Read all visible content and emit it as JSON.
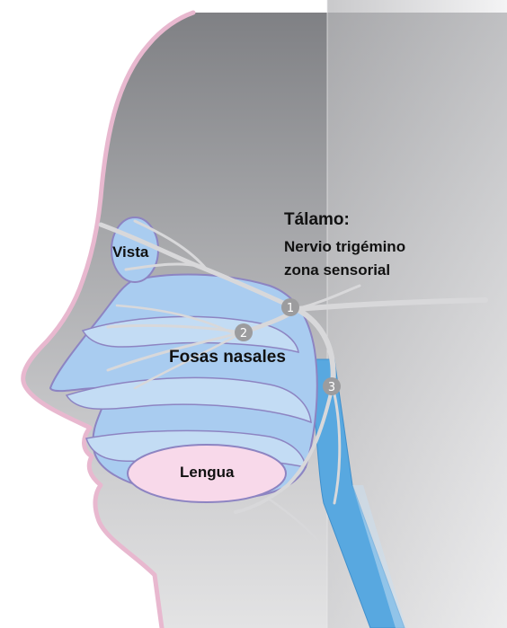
{
  "labels": {
    "vista": "Vista",
    "thalamus_line1": "Tálamo:",
    "thalamus_line2": "Nervio trigémino",
    "thalamus_line3": "zona sensorial",
    "fosas": "Fosas nasales",
    "lengua": "Lengua"
  },
  "markers": [
    "1",
    "2",
    "3"
  ],
  "colors": {
    "skin_outline": "#e8b8cf",
    "nasal_blue": "#a9ccf0",
    "nasal_stroke": "#8d84c2",
    "tongue_pink": "#f8d9ea",
    "airway_blue": "#58a8e0",
    "nerve": "#d8d8da",
    "marker": "#9c9c9e"
  }
}
